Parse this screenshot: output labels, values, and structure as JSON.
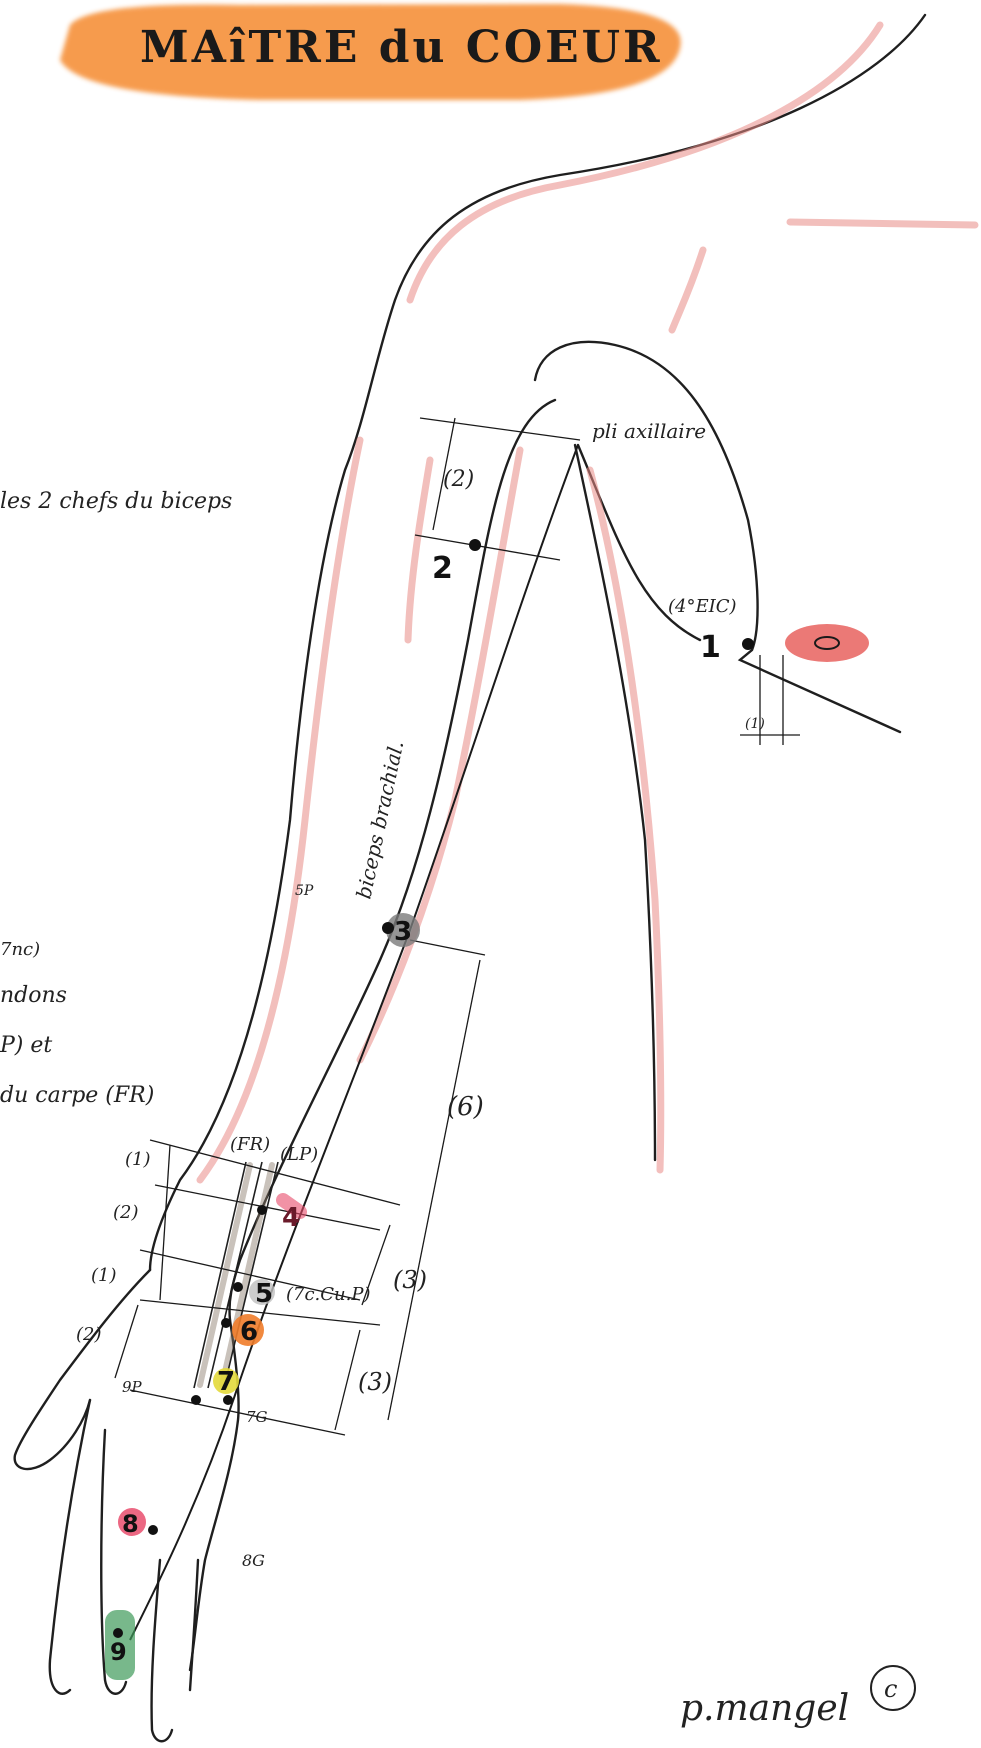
{
  "title": "MAîTRE du COEUR",
  "colors": {
    "title_banner": "#f58a2e",
    "skin_outline": "#e98b86",
    "ink": "#1a1a1a",
    "p1_marker": "#e8625e",
    "p3_marker": "#7a7a7a",
    "p4_marker": "#e94b6a",
    "p5_marker": "#bfbfbf",
    "p6_marker": "#f07c2a",
    "p7_marker": "#e3d93b",
    "p8_marker": "#e5355a",
    "p9_marker": "#3e9a5a"
  },
  "left_margin_text": {
    "line1": "les 2 chefs du biceps",
    "line2": "7nc)",
    "line3": "ndons",
    "line4": "P) et",
    "line5": "du carpe (FR)"
  },
  "labels": {
    "pli_axillaire": "pli axillaire",
    "biceps_brachial": "biceps brachial.",
    "eic": "(4°EIC)",
    "fr": "(FR)",
    "lp": "(LP)",
    "ncp": "(7c.Cu.P)",
    "sp": "5P",
    "gp": "9P",
    "tg": "7G",
    "eg": "8G",
    "signature": "p.mangel",
    "copyright": "c"
  },
  "points": {
    "p1": "1",
    "p2": "2",
    "p3": "3",
    "p4": "4",
    "p5": "5",
    "p6": "6",
    "p7": "7",
    "p8": "8",
    "p9": "9"
  },
  "measures": {
    "m_arm_2": "(2)",
    "m_chest_1": "(1)",
    "m_forearm_6": "(6)",
    "m_left_1a": "(1)",
    "m_left_2a": "(2)",
    "m_left_1b": "(1)",
    "m_left_2b": "(2)",
    "m_right_3a": "(3)",
    "m_right_3b": "(3)"
  }
}
